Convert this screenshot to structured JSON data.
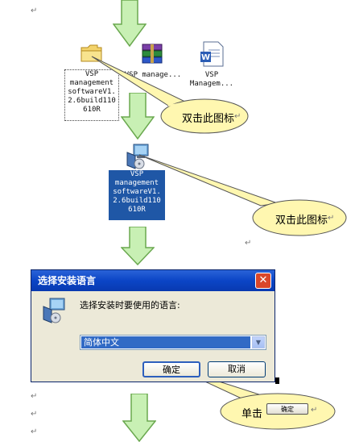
{
  "return_mark": "↵",
  "icons": {
    "folder_label": "VSP management softwareV1. 2.6build110 610R",
    "archive_label": "VSP manage...",
    "doc_label": "VSP Managem..."
  },
  "installer": {
    "label": "VSP management softwareV1. 2.6build110 610R"
  },
  "callouts": {
    "first": "双击此图标",
    "second": "双击此图标",
    "third": "单击"
  },
  "dialog": {
    "title": "选择安装语言",
    "close": "✕",
    "prompt": "选择安装时要使用的语言:",
    "selected_language": "简体中文",
    "ok_label": "确定",
    "cancel_label": "取消"
  },
  "mini_button": {
    "label": "确定"
  },
  "colors": {
    "arrow_fill": "#c8f0b4",
    "arrow_stroke": "#6aa84f",
    "callout_fill": "#fff7b0",
    "callout_stroke": "#555555",
    "titlebar": "#0b45c6"
  }
}
